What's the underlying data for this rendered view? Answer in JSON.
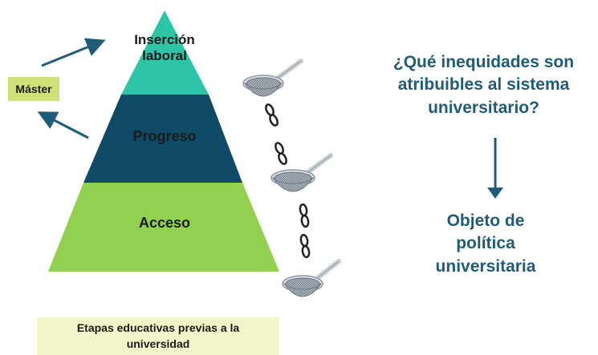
{
  "pyramid": {
    "top_label_line1": "Inserción",
    "top_label_line2": "laboral",
    "middle_label": "Progreso",
    "bottom_label": "Acceso",
    "colors": {
      "top": "#2ec4a8",
      "middle": "#0f4a66",
      "bottom": "#92d050"
    }
  },
  "master_box": {
    "label": "Máster",
    "color": "#cfe27a"
  },
  "prior_stages_box": {
    "line1": "Etapas educativas previas a la",
    "line2": "universidad",
    "color": "#f2f5c8"
  },
  "question": {
    "line1": "¿Qué inequidades son",
    "line2": "atribuibles al sistema",
    "line3": "universitario?"
  },
  "policy": {
    "line1": "Objeto de",
    "line2": "política",
    "line3": "universitaria"
  },
  "icons": [
    "sieve-icon",
    "chain-link-icon"
  ],
  "accent_color": "#1f5c7a"
}
